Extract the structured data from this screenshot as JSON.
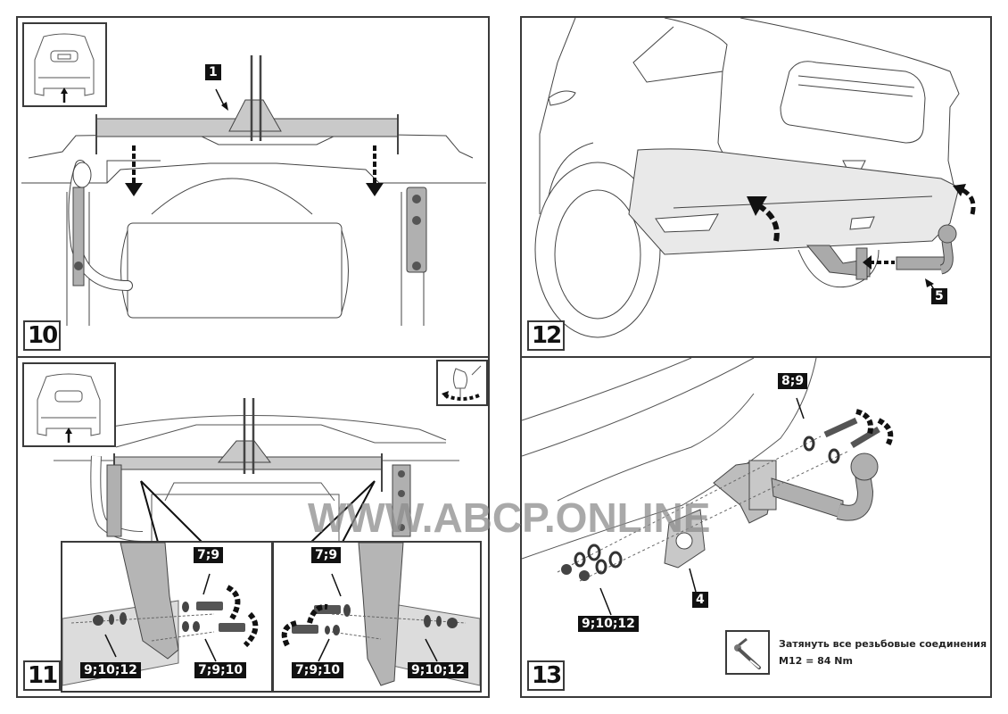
{
  "document": {
    "title": "Tow bar installation instructions, steps 10–13"
  },
  "panels": [
    {
      "step": "10",
      "callouts": [
        "1"
      ]
    },
    {
      "step": "12",
      "callouts": [
        "5"
      ]
    },
    {
      "step": "11",
      "callouts": [
        "7;9",
        "9;10;12",
        "7;9;10",
        "7;9",
        "7;9;10",
        "9;10;12"
      ]
    },
    {
      "step": "13",
      "callouts": [
        "8;9",
        "4",
        "9;10;12"
      ]
    }
  ],
  "torque_note": {
    "line1": "Затянуть все резьбовые соединения",
    "line2": "M12 = 84 Nm",
    "icon": "torque-wrench-icon"
  },
  "watermark": "WWW.ABCP.ONLINE",
  "colors": {
    "border": "#3a3a3a",
    "part_fill": "#b9b9b9",
    "bumper_fill": "#e6e6e6",
    "label_bg": "#111111",
    "label_fg": "#ffffff"
  }
}
